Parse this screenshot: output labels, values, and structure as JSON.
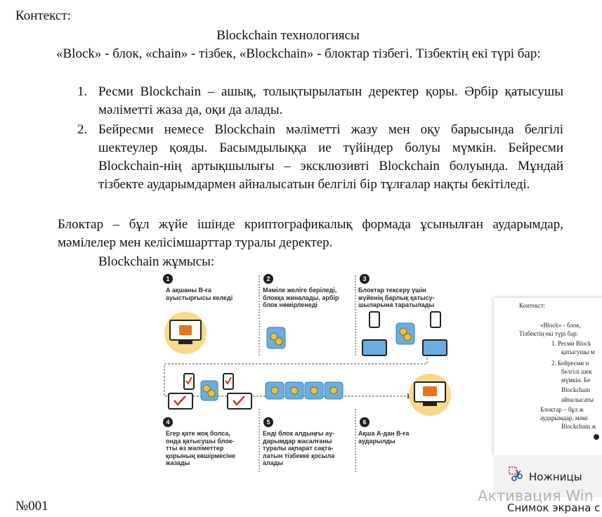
{
  "document": {
    "context_label": "Контекст:",
    "title": "Blockchain технологиясы",
    "intro": "«Block» - блок, «chain» - тізбек, «Blockchain» - блоктар тізбегі. Тізбектің екі түрі бар:",
    "list": [
      {
        "num": "1.",
        "text": "Ресми Blockchain – ашық, толықтырылатын деректер қоры. Әрбір қатысушы мәліметті жаза да, оқи да алады."
      },
      {
        "num": "2.",
        "text": "Бейресми немесе Blockchain мәліметті жазу мен оқу барысында белгілі шектеулер қояды. Басымдылыққа ие түйіндер болуы мүмкін. Бейресми Blockchain-нің артықшылығы – эксклюзивті Blockchain болуында. Мұндай тізбекте аударымдармен айналысатын белгілі бір тұлғалар нақты бекітіледі."
      }
    ],
    "blocks_paragraph": "Блоктар – бұл жүйе ішінде криптографикалық формада ұсынылған аударымдар, мәмілелер мен келісімшарттар туралы деректер.",
    "work_label": "Blockchain жұмысы:",
    "doc_number": "№001"
  },
  "infographic": {
    "steps": [
      {
        "num": "1",
        "caption": "А ақшаны В-ға\nауыстырғысы келеді"
      },
      {
        "num": "2",
        "caption": "Мәміле желіге беріледі,\nблокқа жиналады, әрбір\nблок нөмірленеді"
      },
      {
        "num": "3",
        "caption": "Блоктар тексеру үшін\nжүйенің барлық қатысу-\nшыларына таратылады"
      },
      {
        "num": "4",
        "caption": "Егер қате жоқ болса,\nонда қатысушы блок-\nтты өз мәліметтер\nқорының көшірмесіне\nжазады"
      },
      {
        "num": "5",
        "caption": "Енді блок алдыңғы ау-\nдарымдар жасалғаны\nтуралы ақпарат сақта-\nлатын тізбекке қосыла\nалады"
      },
      {
        "num": "6",
        "caption": "Ақша А-дан В-ға\nаударылды"
      }
    ],
    "colors": {
      "accent_yellow": "#f8d98a",
      "accent_orange": "#e8731e",
      "accent_blue": "#6aaee0",
      "accent_red": "#c9342b"
    }
  },
  "snip_preview": {
    "lines": [
      "Контекст:",
      "«Block» - блок,",
      "Тізбектің екі түрі бар:",
      "1. Ресми Block",
      "қатысушы м",
      "2. Бейресми н",
      "белгілі шек",
      "мүмкін. Бе",
      "Blockchain",
      "айналысаты",
      "Блоктар – бұл ж",
      "аударымдар, мәмі",
      "Blockchain ж"
    ],
    "menu_label": "Ножницы",
    "menu_icon": "scissors-icon"
  },
  "system": {
    "watermark": "Активация Win",
    "screenshot_caption": "Снимок экрана с"
  }
}
